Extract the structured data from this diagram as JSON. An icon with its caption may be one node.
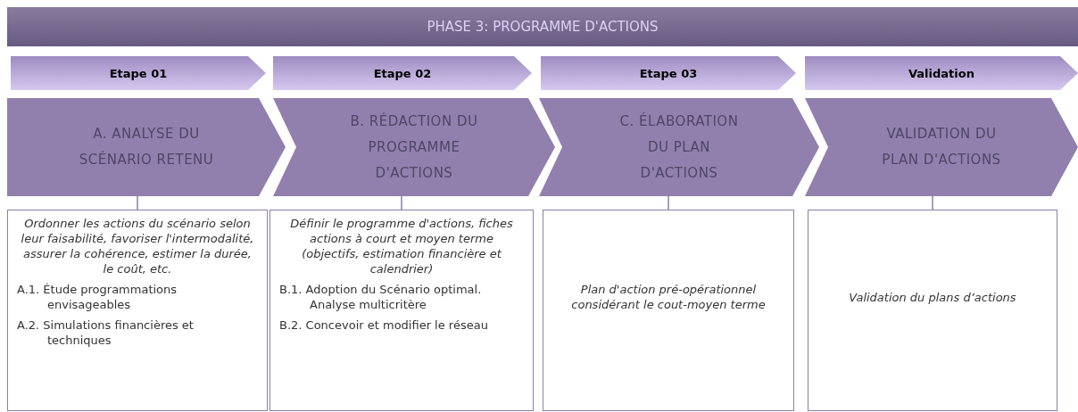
{
  "diagram": {
    "nodes": [
      {
        "text": [
          "PHASE 3: PROGRAMME D'ACTIONS"
        ]
      },
      {
        "text": [
          "Etape 01"
        ]
      },
      {
        "text": [
          "Etape 02"
        ]
      },
      {
        "text": [
          "Etape 03"
        ]
      },
      {
        "text": [
          "Validation"
        ]
      },
      {
        "text": [
          "A. ANALYSE DU SCÉNARIO RETENU"
        ]
      },
      {
        "text": [
          "B. RÉDACTION DU PROGRAMME D'ACTIONS"
        ]
      },
      {
        "text": [
          "C. ÉLABORATION DU PLAN D'ACTIONS"
        ]
      },
      {
        "text": [
          "VALIDATION DU PLAN D'ACTIONS"
        ]
      },
      {
        "text": [
          "Ordonner les actions du scénario selon leur faisabilité, favoriser l'intermodalité, assurer la cohérence, estimer la durée, le coût, etc.",
          "A.1. Étude programmations envisageables",
          "A.2. Simulations financières et techniques"
        ]
      },
      {
        "text": [
          "Définir le programme d'actions, fiches actions à court et moyen terme (objectifs, estimation financière et calendrier)",
          "B.1. Adoption du Scénario optimal. Analyse multicritère",
          "B.2. Concevoir et modifier le réseau"
        ]
      },
      {
        "text": [
          "Plan d'action pré-opérationnel considérant le cout-moyen terme"
        ]
      },
      {
        "text": [
          "Validation du plans d’actions"
        ]
      }
    ],
    "edges": [
      {
        "from": 5,
        "to": 9,
        "arrow": "none"
      },
      {
        "from": 6,
        "to": 10,
        "arrow": "none"
      },
      {
        "from": 7,
        "to": 11,
        "arrow": "none"
      },
      {
        "from": 8,
        "to": 12,
        "arrow": "none"
      }
    ]
  }
}
